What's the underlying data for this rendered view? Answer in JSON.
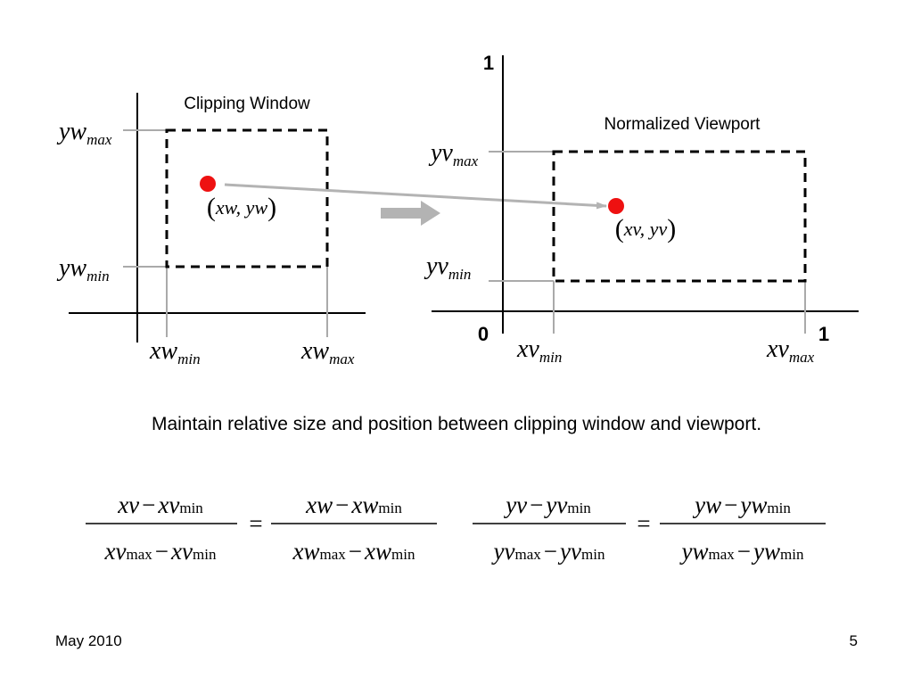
{
  "diagram": {
    "left_panel": {
      "title": "Clipping Window",
      "point_label": "xw, yw",
      "y_labels": [
        {
          "base": "yw",
          "sub": "max"
        },
        {
          "base": "yw",
          "sub": "min"
        }
      ],
      "x_labels": [
        {
          "base": "xw",
          "sub": "min"
        },
        {
          "base": "xw",
          "sub": "max"
        }
      ]
    },
    "right_panel": {
      "title": "Normalized Viewport",
      "point_label": "xv, yv",
      "axis_max_y": "1",
      "origin": "0",
      "axis_max_x": "1",
      "y_labels": [
        {
          "base": "yv",
          "sub": "max"
        },
        {
          "base": "yv",
          "sub": "min"
        }
      ],
      "x_labels": [
        {
          "base": "xv",
          "sub": "min"
        },
        {
          "base": "xv",
          "sub": "max"
        }
      ]
    }
  },
  "caption": "Maintain relative size and position between clipping window and viewport.",
  "equations": {
    "eq1": {
      "left": {
        "num_a": "xv",
        "num_minus": "−",
        "num_b": "xv",
        "num_b_sub": "min",
        "den_a": "xv",
        "den_a_sub": "max",
        "den_minus": "−",
        "den_b": "xv",
        "den_b_sub": "min"
      },
      "equals": "=",
      "right": {
        "num_a": "xw",
        "num_minus": "−",
        "num_b": "xw",
        "num_b_sub": "min",
        "den_a": "xw",
        "den_a_sub": "max",
        "den_minus": "−",
        "den_b": "xw",
        "den_b_sub": "min"
      }
    },
    "eq2": {
      "left": {
        "num_a": "yv",
        "num_minus": "−",
        "num_b": "yv",
        "num_b_sub": "min",
        "den_a": "yv",
        "den_a_sub": "max",
        "den_minus": "−",
        "den_b": "yv",
        "den_b_sub": "min"
      },
      "equals": "=",
      "right": {
        "num_a": "yw",
        "num_minus": "−",
        "num_b": "yw",
        "num_b_sub": "min",
        "den_a": "yw",
        "den_a_sub": "max",
        "den_minus": "−",
        "den_b": "yw",
        "den_b_sub": "min"
      }
    }
  },
  "footer": {
    "date": "May 2010",
    "page_number": "5"
  },
  "colors": {
    "point": "#ee1111",
    "arrow": "#b3b3b3",
    "guide": "#aaaaaa",
    "ink": "#000000"
  }
}
